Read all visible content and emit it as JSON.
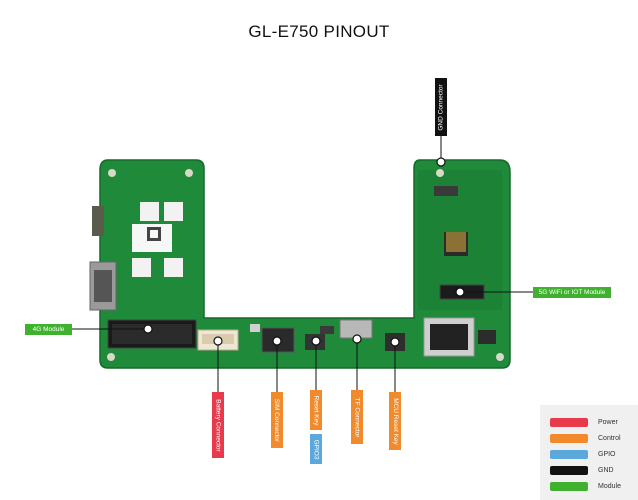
{
  "title": "GL-E750 PINOUT",
  "labels": {
    "gnd_connector": "GND Connector",
    "wifi_module": "5G WiFi or IOT Module",
    "module_4g": "4G Module",
    "battery": "Battery Connector",
    "sim": "SIM Connector",
    "reset": "Reset Key",
    "gpio": "GPIO3",
    "tf": "TF Connector",
    "mcu_reset": "MCU Reset Key"
  },
  "legend": [
    {
      "label": "Power",
      "color": "#e83a4a"
    },
    {
      "label": "Control",
      "color": "#f08a2a"
    },
    {
      "label": "GPIO",
      "color": "#5aa8dc"
    },
    {
      "label": "GND",
      "color": "#111111"
    },
    {
      "label": "Module",
      "color": "#3fb12e"
    }
  ],
  "colors": {
    "board": "#1e8a3a",
    "board_dark": "#16702e",
    "power": "#e83a4a",
    "control": "#f08a2a",
    "gpio": "#5aa8dc",
    "gnd": "#111111",
    "module": "#3fb12e"
  }
}
